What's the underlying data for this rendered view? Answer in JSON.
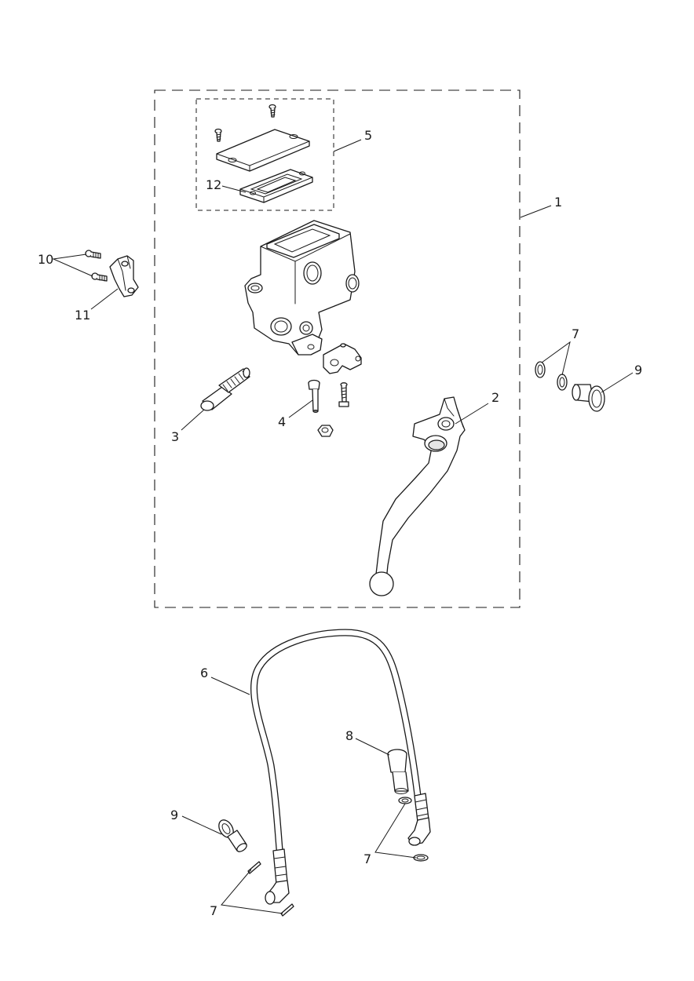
{
  "diagram": {
    "callouts": {
      "c1": "1",
      "c2": "2",
      "c3": "3",
      "c4": "4",
      "c5": "5",
      "c6": "6",
      "c7a": "7",
      "c7b": "7",
      "c7c": "7",
      "c8": "8",
      "c9a": "9",
      "c9b": "9",
      "c10": "10",
      "c11": "11",
      "c12": "12"
    }
  }
}
